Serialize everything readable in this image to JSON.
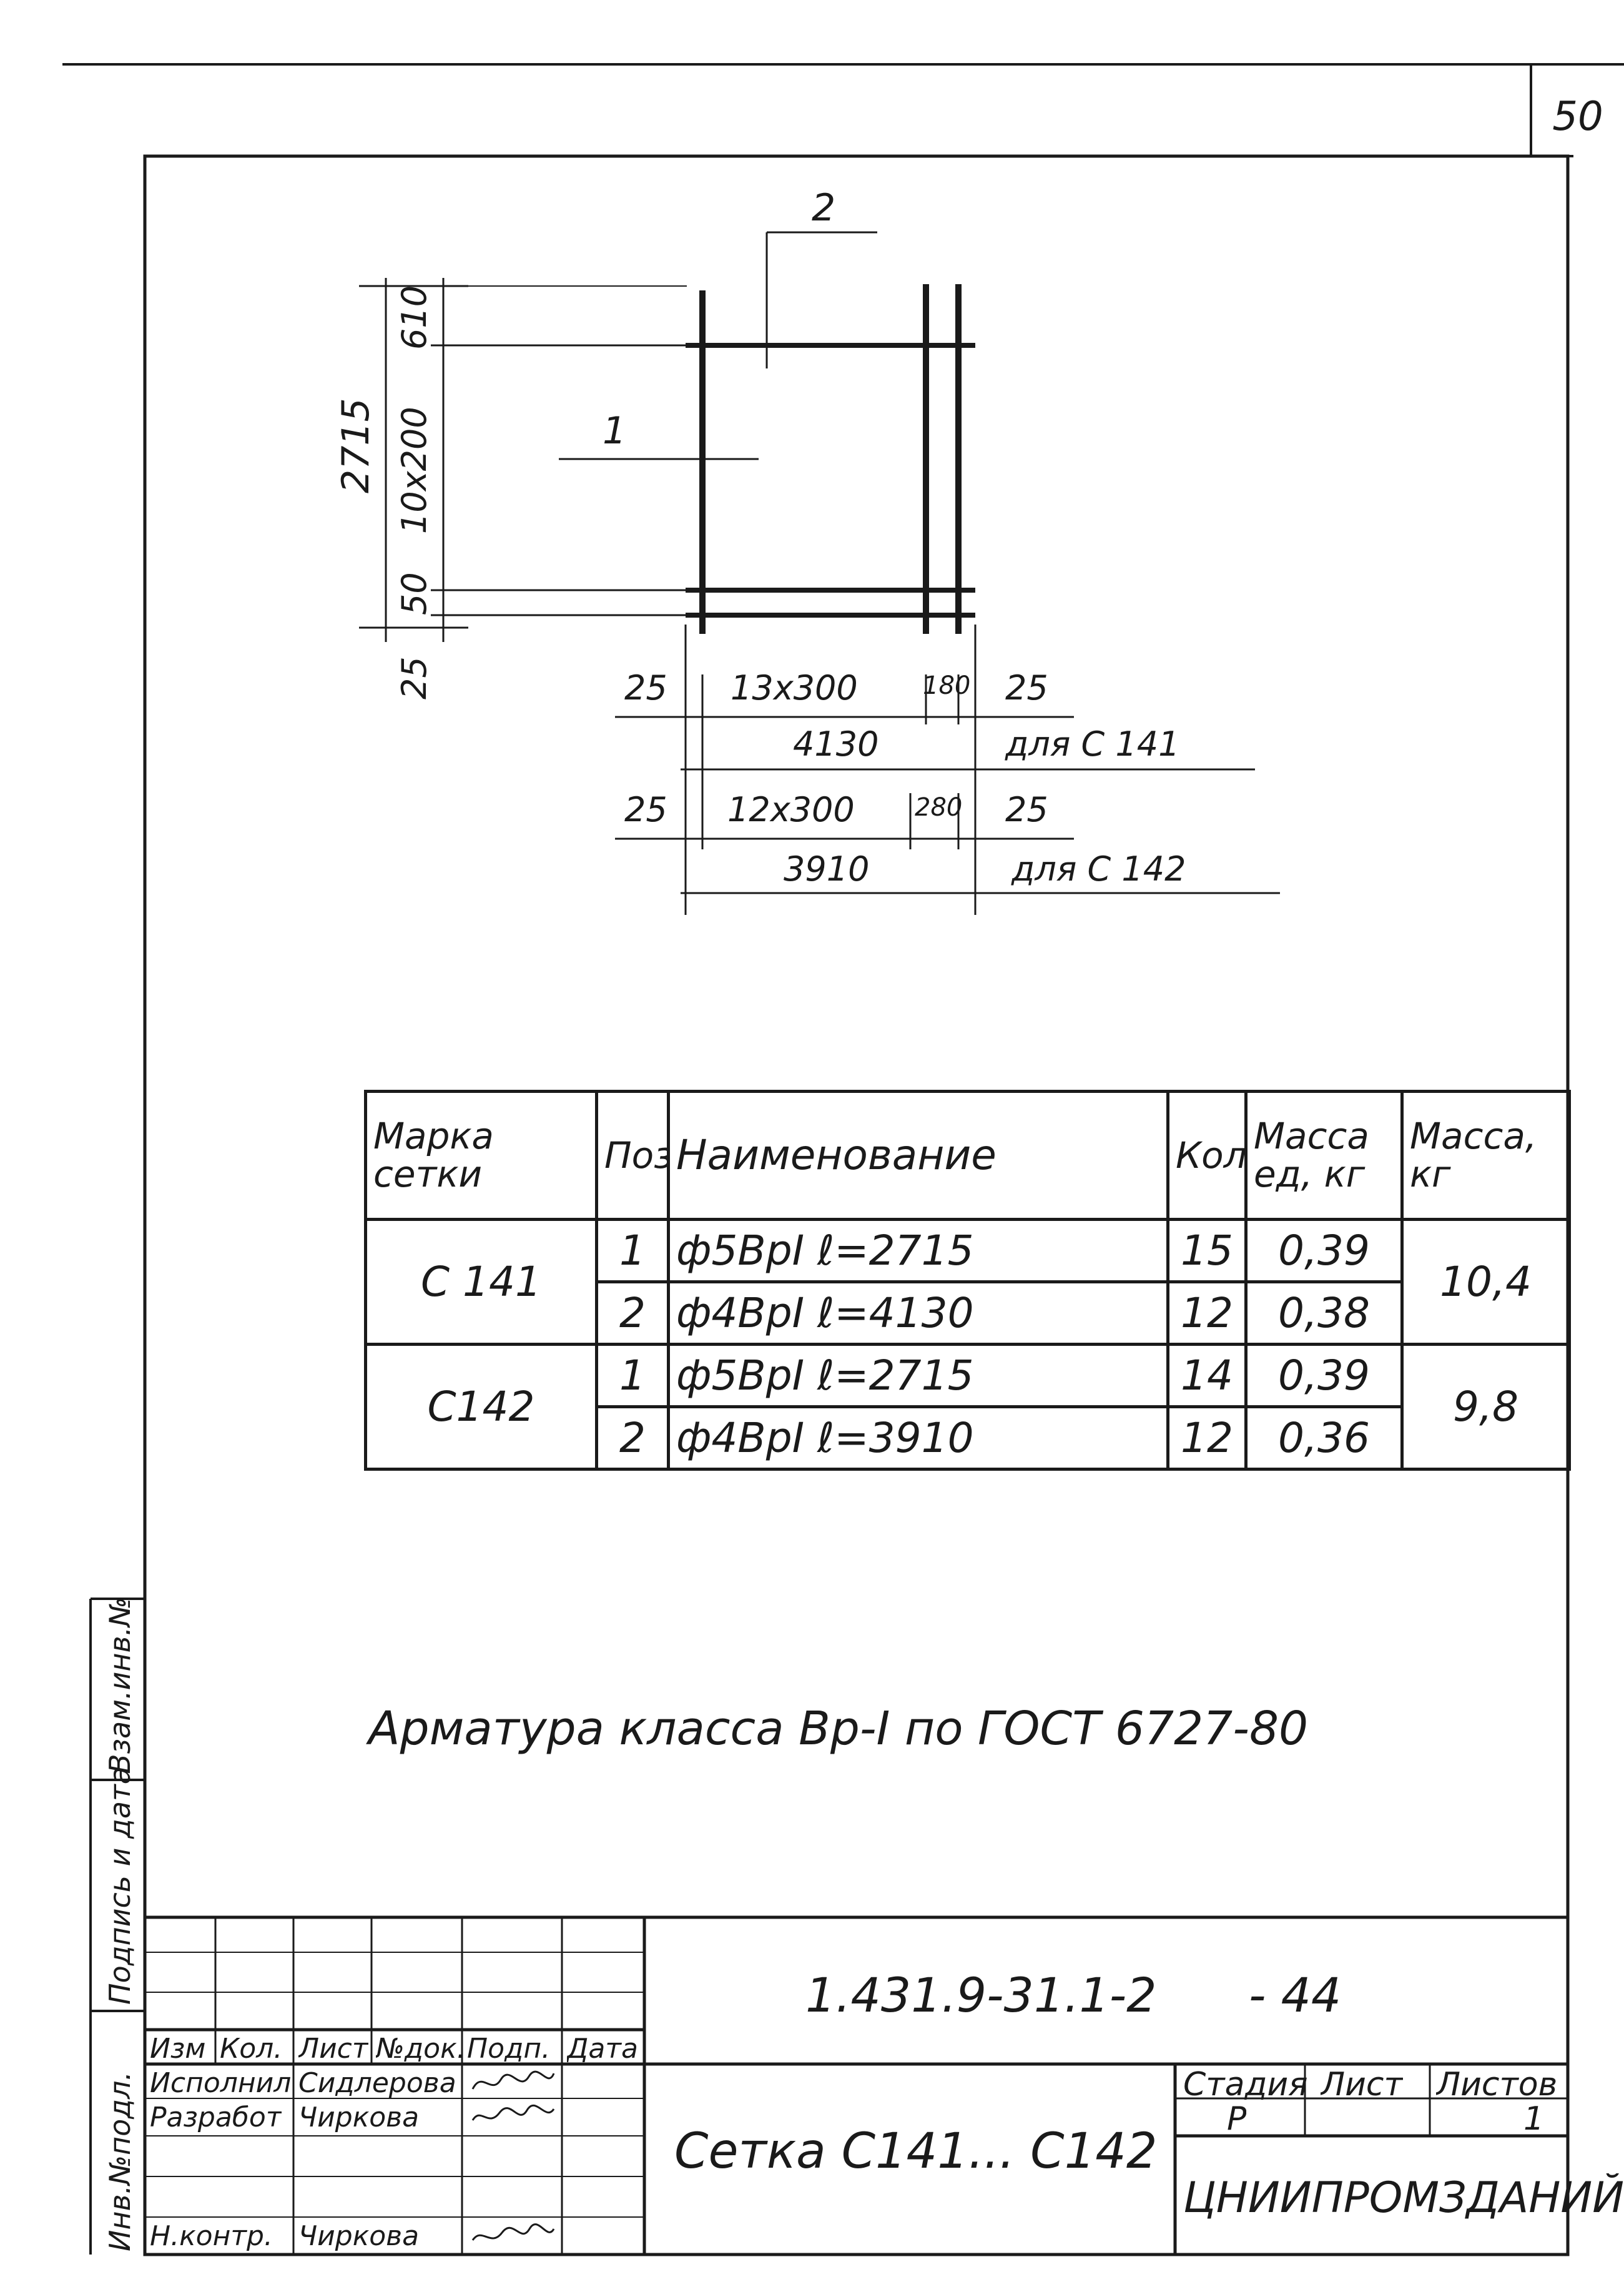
{
  "page_number": "50",
  "drawing": {
    "pos_label_1": "1",
    "pos_label_2": "2",
    "dim_total_height": "2715",
    "dim_top": "610",
    "dim_mid": "10x200",
    "dim_lower": "50",
    "dim_bottom": "25",
    "row_c141": {
      "left": "25",
      "span": "13x300",
      "inner": "180",
      "right": "25",
      "total": "4130",
      "note": "для С 141"
    },
    "row_c142": {
      "left": "25",
      "span": "12x300",
      "inner": "280",
      "right": "25",
      "total": "3910",
      "note": "для С 142"
    }
  },
  "spec_table": {
    "headers": {
      "mark": "Марка сетки",
      "pos": "Поз",
      "name": "Наименование",
      "qty": "Кол",
      "unit_mass": "Масса ед, кг",
      "mass": "Масса, кг"
    },
    "groups": [
      {
        "mark": "С 141",
        "mass": "10,4",
        "rows": [
          {
            "pos": "1",
            "name": "ф5ВрI  ℓ=2715",
            "qty": "15",
            "unit_mass": "0,39"
          },
          {
            "pos": "2",
            "name": "ф4ВрI  ℓ=4130",
            "qty": "12",
            "unit_mass": "0,38"
          }
        ]
      },
      {
        "mark": "С142",
        "mass": "9,8",
        "rows": [
          {
            "pos": "1",
            "name": "ф5ВрI  ℓ=2715",
            "qty": "14",
            "unit_mass": "0,39"
          },
          {
            "pos": "2",
            "name": "ф4ВрI  ℓ=3910",
            "qty": "12",
            "unit_mass": "0,36"
          }
        ]
      }
    ]
  },
  "note": "Арматура класса Вр-I по ГОСТ 6727-80",
  "side_strip": {
    "label_1": "Инв.№подл.",
    "label_2": "Подпись и дата",
    "label_3": "Взам.инв.№"
  },
  "title_block": {
    "doc_code": "1.431.9-31.1-2",
    "sheet_no": "- 44",
    "col_headers": {
      "izm": "Изм",
      "kol": "Кол.",
      "list": "Лист",
      "ndok": "№док.",
      "podp": "Подп.",
      "data": "Дата"
    },
    "roles": [
      {
        "role": "Исполнил",
        "name": "Сидлерова"
      },
      {
        "role": "Разработ",
        "name": "Чиркова"
      },
      {
        "role": "Н.контр.",
        "name": "Чиркова"
      }
    ],
    "drawing_title": "Сетка С141... С142",
    "stage_header": "Стадия",
    "sheet_header": "Лист",
    "sheets_header": "Листов",
    "stage_value": "Р",
    "sheets_value": "1",
    "organization": "ЦНИИПРОМЗДАНИЙ"
  }
}
